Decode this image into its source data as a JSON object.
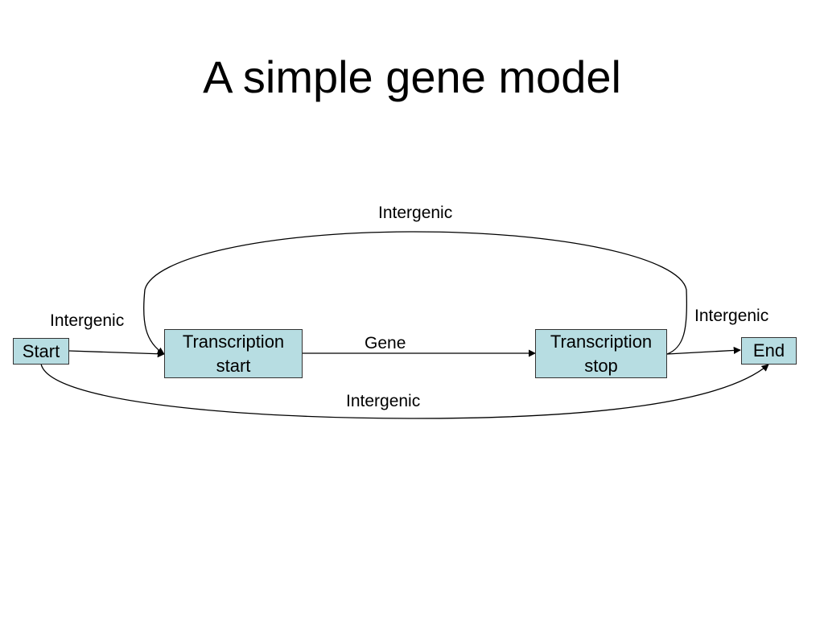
{
  "title": "A simple gene model",
  "nodes": {
    "start": "Start",
    "transcription_start": "Transcription start",
    "transcription_stop": "Transcription stop",
    "end": "End"
  },
  "edges": {
    "start_to_tstart": "Intergenic",
    "tstop_to_tstart": "Intergenic",
    "tstart_to_tstop": "Gene",
    "tstop_to_end": "Intergenic",
    "start_to_end": "Intergenic"
  }
}
